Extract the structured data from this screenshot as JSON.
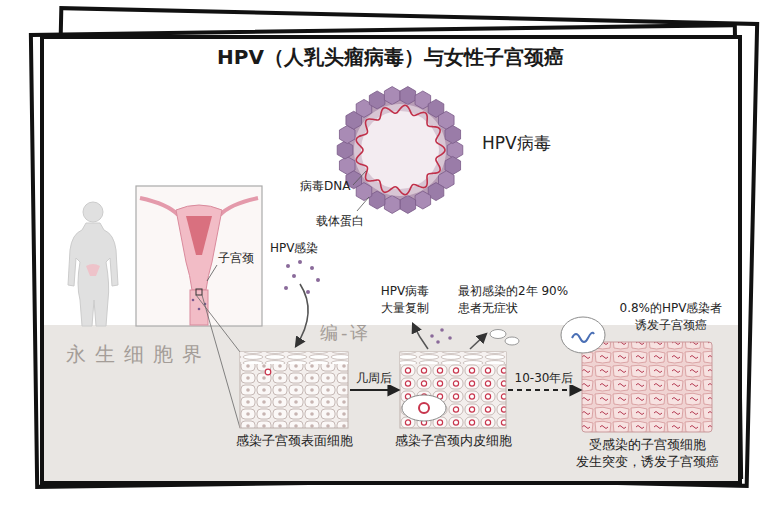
{
  "diagram": {
    "title": "HPV（人乳头瘤病毒）与女性子宫颈癌",
    "nodes": [
      {
        "text": [
          "感染子宫颈表面细胞"
        ]
      },
      {
        "text": [
          "感染子宫颈内皮细胞"
        ]
      },
      {
        "text": [
          "受感染的子宫颈细胞 发生突变，诱发子宫颈癌"
        ]
      }
    ],
    "edges": [
      {
        "from": 0,
        "to": 1,
        "arrow": "to",
        "label": "几周后"
      },
      {
        "from": 1,
        "to": 2,
        "arrow": "to",
        "label": "10-30年后"
      }
    ],
    "labels": [
      "病毒DNA",
      "载体蛋白",
      "HPV病毒",
      "子宫颈",
      "HPV感染",
      "HPV病毒 大量复制",
      "最初感染的2年 90%患者无症状",
      "0.8%的HPV感染者 诱发子宫颈癌",
      "永生细胞界",
      "编-译"
    ]
  }
}
